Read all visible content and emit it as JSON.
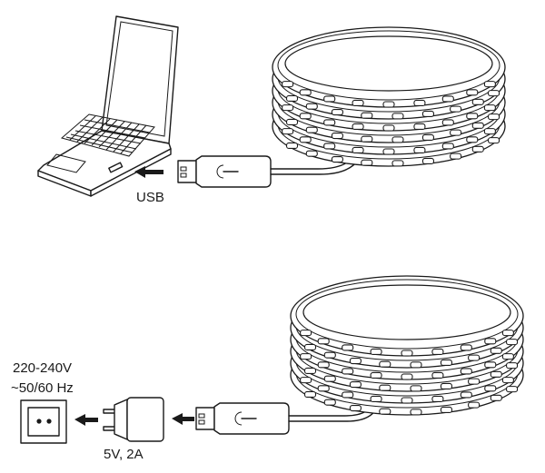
{
  "usb_label": "USB",
  "voltage_label": "220-240V",
  "frequency_label": "~50/60 Hz",
  "adapter_label": "5V, 2A",
  "icons": [
    "laptop-icon",
    "usb-plug-icon",
    "led-strip-coil-icon",
    "wall-socket-icon",
    "power-adapter-icon",
    "arrow-left-icon"
  ]
}
